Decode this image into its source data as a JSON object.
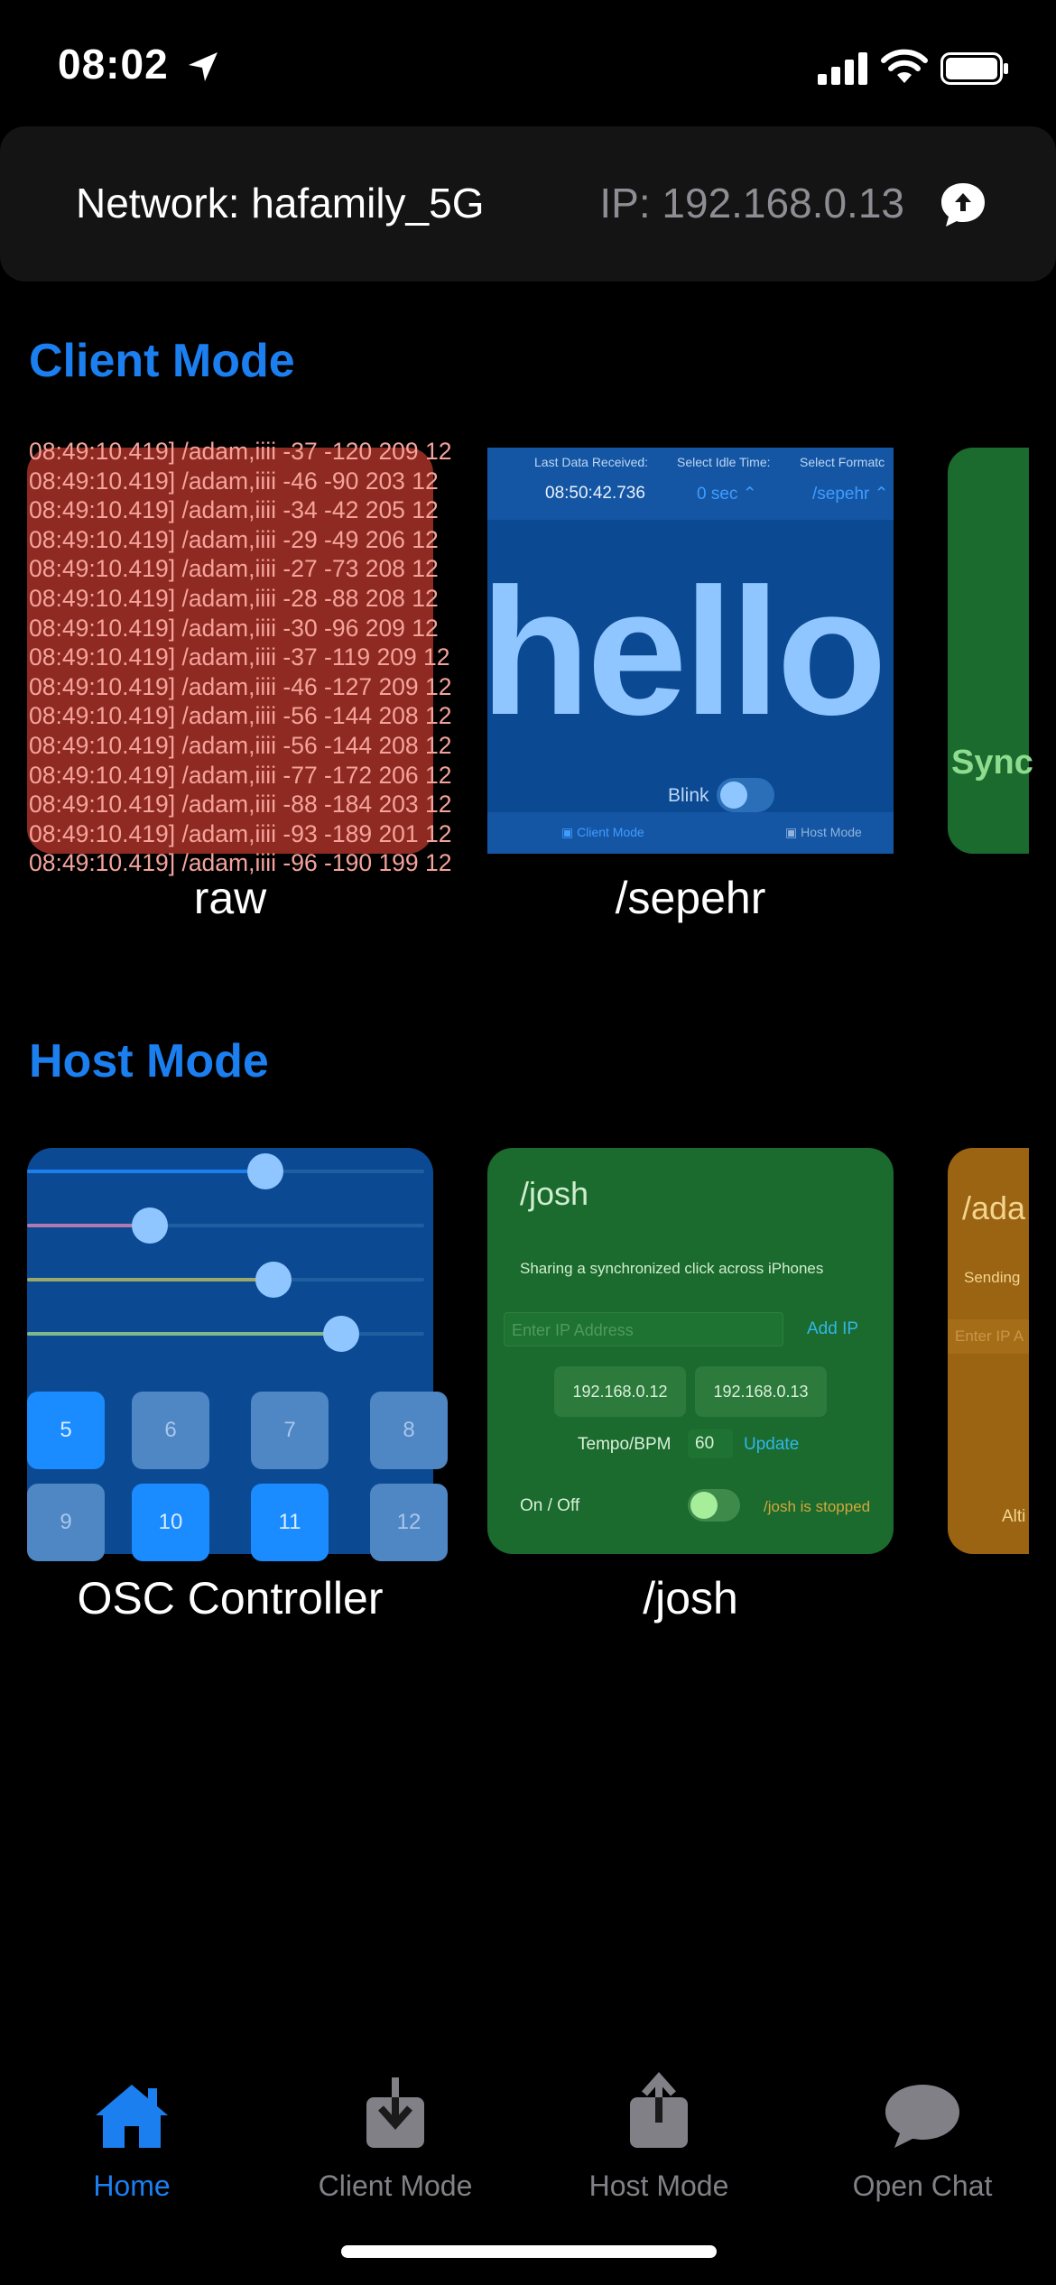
{
  "status_bar": {
    "time": "08:02"
  },
  "network": {
    "label": "Network: hafamily_5G",
    "ip": "IP: 192.168.0.13"
  },
  "client_section": {
    "title": "Client Mode",
    "cards": [
      {
        "label": "raw"
      },
      {
        "label": "/sepehr"
      }
    ],
    "raw_lines": [
      "08:49:10.419] /adam,iiii -37 -120 209 12",
      "08:49:10.419] /adam,iiii -46 -90 203 12",
      "08:49:10.419] /adam,iiii -34 -42 205 12",
      "08:49:10.419] /adam,iiii -29 -49 206 12",
      "08:49:10.419] /adam,iiii -27 -73 208 12",
      "08:49:10.419] /adam,iiii -28 -88 208 12",
      "08:49:10.419] /adam,iiii -30 -96 209 12",
      "08:49:10.419] /adam,iiii -37 -119 209 12",
      "08:49:10.419] /adam,iiii -46 -127 209 12",
      "08:49:10.419] /adam,iiii -56 -144 208 12",
      "08:49:10.419] /adam,iiii -56 -144 208 12",
      "08:49:10.419] /adam,iiii -77 -172 206 12",
      "08:49:10.419] /adam,iiii -88 -184 203 12",
      "08:49:10.419] /adam,iiii -93 -189 201 12",
      "08:49:10.419] /adam,iiii -96 -190 199 12"
    ],
    "sepehr_preview": {
      "last_data_label": "Last Data Received:",
      "idle_label": "Select Idle Time:",
      "format_label": "Select Formatc",
      "last_data_value": "08:50:42.736",
      "idle_value": "0 sec",
      "format_value": "/sepehr",
      "big_text": "hello",
      "blink_label": "Blink",
      "tab_client": "Client Mode",
      "tab_host": "Host Mode"
    },
    "partial_card_text": "Sync"
  },
  "host_section": {
    "title": "Host Mode",
    "cards": [
      {
        "label": "OSC Controller"
      },
      {
        "label": "/josh"
      }
    ],
    "osc_slider_values": [
      0.6,
      0.31,
      0.62,
      0.79
    ],
    "osc_pads_row1": [
      "5",
      "6",
      "7",
      "8"
    ],
    "osc_pads_row2": [
      "9",
      "10",
      "11",
      "12"
    ],
    "josh_preview": {
      "title": "/josh",
      "description": "Sharing a synchronized click across iPhones",
      "ip_placeholder": "Enter IP Address",
      "add_ip": "Add IP",
      "ip1": "192.168.0.12",
      "ip2": "192.168.0.13",
      "tempo_label": "Tempo/BPM",
      "tempo_value": "60",
      "update": "Update",
      "onoff_label": "On / Off",
      "status": "/josh is stopped"
    },
    "partial_card": {
      "title": "/ada",
      "line1": "Sending",
      "line2": "Enter IP A",
      "line3": "Alti"
    }
  },
  "tabbar": {
    "items": [
      {
        "label": "Home",
        "icon": "house-icon"
      },
      {
        "label": "Client Mode",
        "icon": "tray-download-icon"
      },
      {
        "label": "Host Mode",
        "icon": "tray-upload-icon"
      },
      {
        "label": "Open Chat",
        "icon": "chat-bubble-icon"
      }
    ],
    "active_color": "#1b7ff0",
    "inactive_color": "#808086"
  }
}
